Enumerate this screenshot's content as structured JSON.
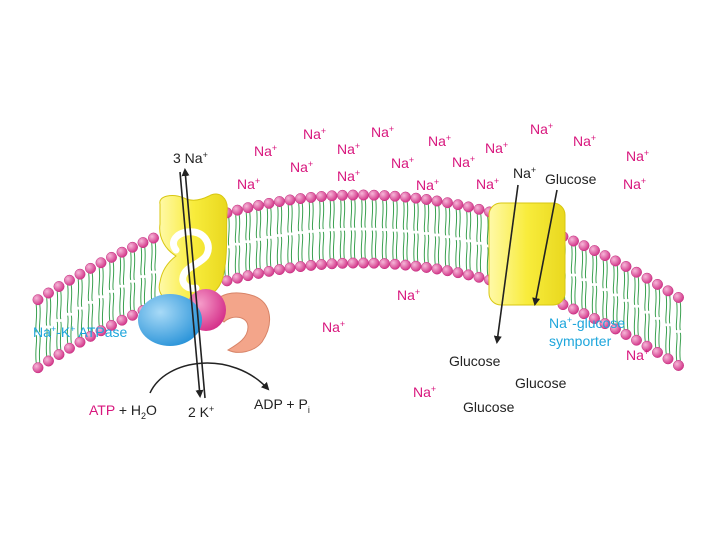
{
  "ions": {
    "na_label": "Na",
    "plus": "+"
  },
  "pump": {
    "name_prefix": "Na",
    "name_mid": "-K",
    "name_suffix": " ATPase",
    "in_label": "3 Na",
    "out_label": "2 K",
    "atp": "ATP",
    "h2o_plus": " + H",
    "h2o_sub": "2",
    "h2o_o": "O",
    "adp": "ADP + P",
    "pi_sub": "i"
  },
  "symporter": {
    "name_line1_prefix": "Na",
    "name_line1_suffix": "-glucose",
    "name_line2": "symporter",
    "na_in": "Na",
    "glucose_in": "Glucose"
  },
  "glucose_inside": [
    "Glucose",
    "Glucose",
    "Glucose"
  ],
  "colors": {
    "sodium": "#d8167d",
    "label_blue": "#1ea6dc",
    "lipid_head": "#e0469a",
    "lipid_tail": "#3aa050",
    "pump_yellow": "#f7e83a",
    "pump_blue": "#3fa7e6",
    "pump_magenta": "#e0409a",
    "pump_salmon": "#f3a58a"
  }
}
